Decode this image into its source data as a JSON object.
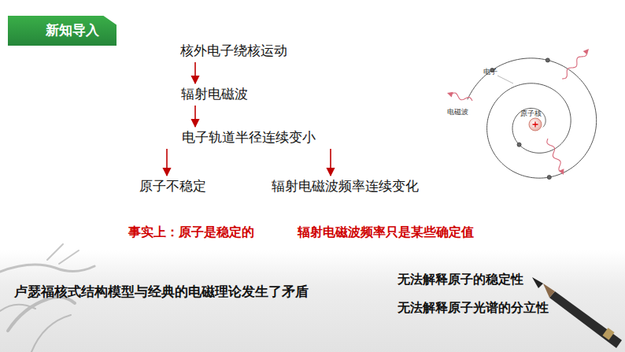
{
  "diagram": {
    "nodes": [
      {
        "text": [
          "新知导入"
        ]
      },
      {
        "text": [
          "核外电子绕核运动"
        ]
      },
      {
        "text": [
          "辐射电磁波"
        ]
      },
      {
        "text": [
          "电子轨道半径连续变小"
        ]
      },
      {
        "text": [
          "原子不稳定"
        ]
      },
      {
        "text": [
          "辐射电磁波频率连续变化"
        ]
      }
    ],
    "edges": [
      {
        "from": 1,
        "to": 2,
        "arrow": "to"
      },
      {
        "from": 2,
        "to": 3,
        "arrow": "to"
      },
      {
        "from": 3,
        "to": 4,
        "arrow": "to"
      },
      {
        "from": 3,
        "to": 5,
        "arrow": "to"
      }
    ],
    "labels": [
      "事实上：原子是稳定的",
      "辐射电磁波频率只是某些确定值",
      "卢瑟福核式结构模型与经典的电磁理论发生了矛盾",
      "无法解释原子的稳定性",
      "无法解释原子光谱的分立性",
      "电子",
      "电磁波",
      "原子核"
    ]
  }
}
